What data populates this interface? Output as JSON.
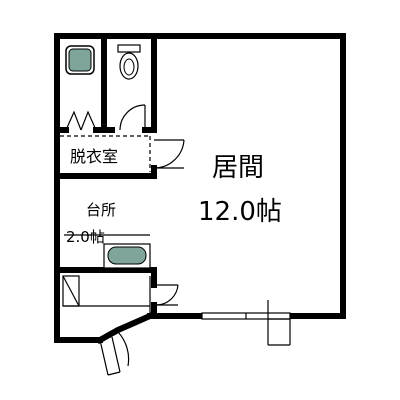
{
  "rooms": {
    "living": {
      "name": "居間",
      "size": "12.0帖"
    },
    "kitchen": {
      "name": "台所",
      "size": "2.0帖"
    },
    "dressing": {
      "name": "脱衣室"
    }
  }
}
